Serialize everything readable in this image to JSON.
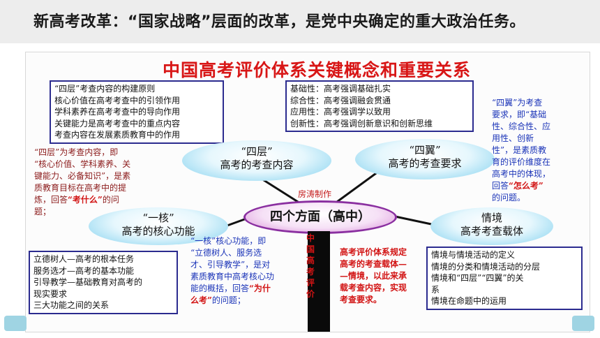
{
  "header": {
    "title": "新高考改革：“国家战略”层面的改革，是党中央确定的重大政治任务。"
  },
  "diagram": {
    "title": "中国高考评价体系关键概念和重要关系",
    "author": "房涛制作",
    "center": "四个方面（高中）",
    "nodes": {
      "four_layers": {
        "line1": "“四层”",
        "line2": "高考的考查内容"
      },
      "four_wings": {
        "line1": "“四翼”",
        "line2": "高考的考查要求"
      },
      "one_core": {
        "line1": "“一核”",
        "line2": "高考的核心功能"
      },
      "situation": {
        "line1": "情境",
        "line2": "高考考查载体"
      }
    },
    "stem_text": "中国高考评价",
    "boxes": {
      "four_layers_box": [
        "“四层”考查内容的构建原则",
        "核心价值在高考考查中的引领作用",
        "学科素养在高考考查中的导向作用",
        "关键能力是高考考查中的重点内容",
        "考查内容在发展素质教育中的作用"
      ],
      "four_wings_box": [
        "基础性：高考强调基础扎实",
        "综合性：高考强调融会贯通",
        "应用性：高考强调学以致用",
        "创新性：高考强调创新意识和创新思维"
      ],
      "one_core_box": [
        "立德树人—高考的根本任务",
        "服务选才—高考的基本功能",
        "引导教学—基础教育对高考的",
        "现实要求",
        "三大功能之间的关系"
      ],
      "situation_box": [
        "情境与情境活动的定义",
        "情境的分类和情境活动的分层",
        "情境和“四层”“四翼”的关",
        "系",
        "情境在命题中的运用"
      ]
    },
    "notes": {
      "four_layers_note": [
        "“四层”为考查内容，即",
        "“核心价值、学科素养、关",
        "键能力、必备知识”，是素",
        "质教育目标在高考中的提"
      ],
      "four_layers_note_last_prefix": "炼，回答",
      "four_layers_note_question": "“考什么”",
      "four_layers_note_last_suffix": "的问",
      "four_layers_note_end": "题；",
      "four_wings_note": [
        "“四翼”为考查",
        "要求，即“基础",
        "性、综合性、应",
        "用性、创新",
        "性”，是素质教",
        "育的评价维度在",
        "高考中的体现，"
      ],
      "four_wings_note_last_prefix": "回答",
      "four_wings_note_question": "“怎么考”",
      "four_wings_note_end": "的问题。",
      "one_core_note": [
        "“一核”核心功能，即",
        "“立德树人、服务选",
        "才、引导教学”，是对",
        "素质教育中高考核心功"
      ],
      "one_core_note_prefix": "能的概括，回答",
      "one_core_note_question": "“为什",
      "one_core_note_question2": "么考”",
      "one_core_note_end": "的问题；",
      "situation_note": [
        "高考评价体系规定",
        "高考的考查载体—",
        "—情境，以此来承",
        "载考查内容，实现",
        "考查要求。"
      ]
    }
  }
}
